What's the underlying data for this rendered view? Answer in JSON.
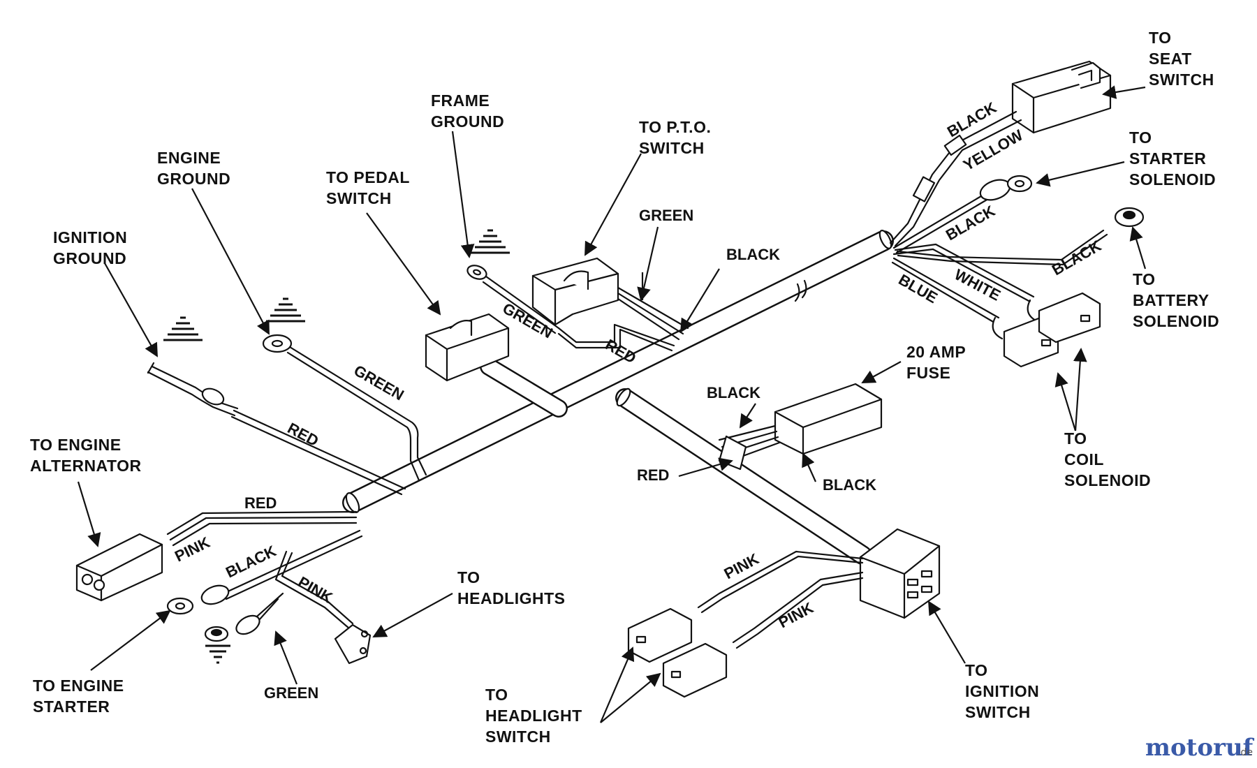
{
  "labels": {
    "to_seat_switch": [
      "TO",
      "SEAT",
      "SWITCH"
    ],
    "to_starter_solenoid": [
      "TO",
      "STARTER",
      "SOLENOID"
    ],
    "to_battery_solenoid": [
      "TO",
      "BATTERY",
      "SOLENOID"
    ],
    "to_coil_solenoid": [
      "TO",
      "COIL",
      "SOLENOID"
    ],
    "fuse_20_amp": [
      "20 AMP",
      "FUSE"
    ],
    "to_pto_switch": [
      "TO P.T.O.",
      "SWITCH"
    ],
    "frame_ground": [
      "FRAME",
      "GROUND"
    ],
    "to_pedal_switch": [
      "TO PEDAL",
      "SWITCH"
    ],
    "engine_ground": [
      "ENGINE",
      "GROUND"
    ],
    "ignition_ground": [
      "IGNITION",
      "GROUND"
    ],
    "to_engine_alternator": [
      "TO ENGINE",
      "ALTERNATOR"
    ],
    "to_engine_starter": [
      "TO ENGINE",
      "STARTER"
    ],
    "to_headlights": [
      "TO",
      "HEADLIGHTS"
    ],
    "to_headlight_switch": [
      "TO",
      "HEADLIGHT",
      "SWITCH"
    ],
    "to_ignition_switch": [
      "TO",
      "IGNITION",
      "SWITCH"
    ]
  },
  "wire_colors": {
    "seat_black": "BLACK",
    "seat_yellow": "YELLOW",
    "starter_black": "BLACK",
    "battery_black": "BLACK",
    "coil_white": "WHITE",
    "coil_blue": "BLUE",
    "pto_green": "GREEN",
    "pto_black": "BLACK",
    "frame_green": "GREEN",
    "pto_red": "RED",
    "fuse_black_top": "BLACK",
    "fuse_red": "RED",
    "fuse_black_bottom": "BLACK",
    "engine_ground_green": "GREEN",
    "ignition_red": "RED",
    "alternator_red": "RED",
    "alternator_pink": "PINK",
    "headlights_pink": "PINK",
    "ground_green": "GREEN",
    "headlight_switch_pink_top": "PINK",
    "headlight_switch_pink_bottom": "PINK"
  },
  "watermark": {
    "brand": "motoruf",
    "suffix": ".de"
  }
}
